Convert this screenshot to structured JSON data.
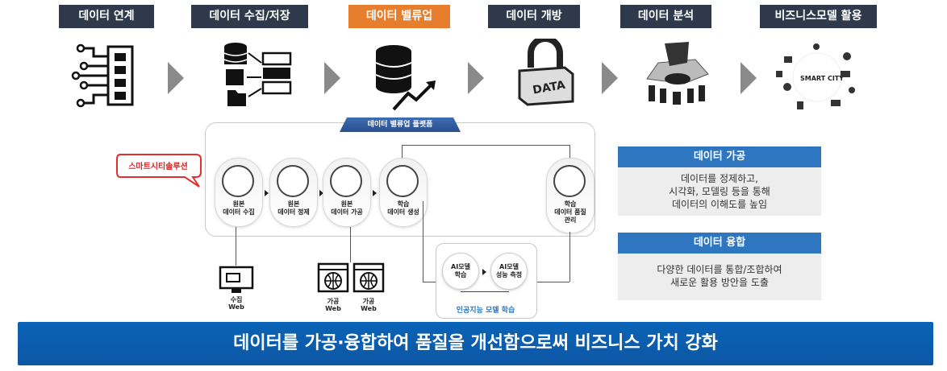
{
  "steps": [
    {
      "label": "데이터 연계",
      "highlight": false
    },
    {
      "label": "데이터 수집/저장",
      "highlight": false
    },
    {
      "label": "데이터 밸류업",
      "highlight": true
    },
    {
      "label": "데이터 개방",
      "highlight": false
    },
    {
      "label": "데이터 분석",
      "highlight": false
    },
    {
      "label": "비즈니스모델 활용",
      "highlight": false
    }
  ],
  "icons": {
    "step1": "circuit-chip-icon",
    "step2": "database-server-icon",
    "step3": "database-growth-icon",
    "step4": "data-padlock-icon",
    "step5": "city-analysis-icon",
    "step6": "smart-city-icon"
  },
  "smart_city_text": "SMART CITY",
  "padlock_text": "DATA",
  "platform": {
    "title": "데이터 밸류업 플랫폼",
    "callout": "스마트시티솔루션",
    "nodes": [
      {
        "label": "원본\n데이터 수집"
      },
      {
        "label": "원본\n데이터 정제"
      },
      {
        "label": "원본\n데이터 가공"
      },
      {
        "label": "학습\n데이터 생성"
      },
      {
        "label": "학습\n데이터 품질\n관리"
      }
    ]
  },
  "ai": {
    "title": "인공지능 모델 학습",
    "nodes": [
      {
        "label": "AI모델\n학습"
      },
      {
        "label": "AI모델\n성능 측정"
      }
    ]
  },
  "web_sources": [
    {
      "label": "수집\nWeb"
    },
    {
      "label": "가공\nWeb"
    },
    {
      "label": "가공\nWeb"
    }
  ],
  "info": [
    {
      "title": "데이터 가공",
      "body": [
        "데이터를 정제하고,",
        "시각화, 모델링 등을 통해",
        "데이터의 이해도를 높임"
      ]
    },
    {
      "title": "데이터 융합",
      "body": [
        "다양한 데이터를 통합/조합하여",
        "새로운 활용 방안을 도출"
      ]
    }
  ],
  "banner": "데이터를 가공·융합하여 품질을 개선함으로써 비즈니스 가치 강화",
  "colors": {
    "dark_label": "#2e3a4b",
    "accent": "#e67e2d",
    "blue": "#2e76bf",
    "banner": "#0a63b7"
  }
}
